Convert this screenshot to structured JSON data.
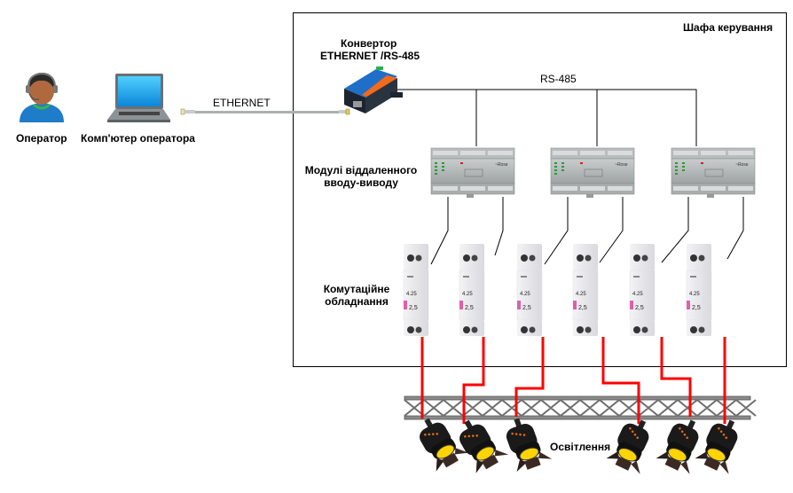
{
  "labels": {
    "operator": "Оператор",
    "computer": "Комп'ютер оператора",
    "ethernet": "ETHERNET",
    "converter_line1": "Конвертор",
    "converter_line2": "ETHERNET /RS-485",
    "cabinet": "Шафа керування",
    "rs485": "RS-485",
    "modules_line1": "Модулі віддаленного",
    "modules_line2": "вводу-виводу",
    "switching_line1": "Комутаційне",
    "switching_line2": "обладнання",
    "lighting": "Освітлення"
  },
  "nodes": {
    "operator": {
      "icon": "operator-headset-icon"
    },
    "computer": {
      "icon": "laptop-icon"
    },
    "converter": {
      "icon": "ethernet-rs485-converter-icon"
    },
    "io_modules": {
      "count": 3,
      "icon": "io-module-icon"
    },
    "contactors": {
      "count": 6,
      "icon": "contactor-icon"
    },
    "spotlights": {
      "count": 6,
      "icon": "spotlight-icon"
    }
  },
  "colors": {
    "power_wire": "#ff0000",
    "signal_wire": "#000000",
    "ethernet_cable": "#a9b1b1",
    "cabinet_border": "#000000",
    "converter_blue": "#1f6fc8",
    "converter_orange": "#f26a1b",
    "spot_lens": "#ffd400"
  }
}
